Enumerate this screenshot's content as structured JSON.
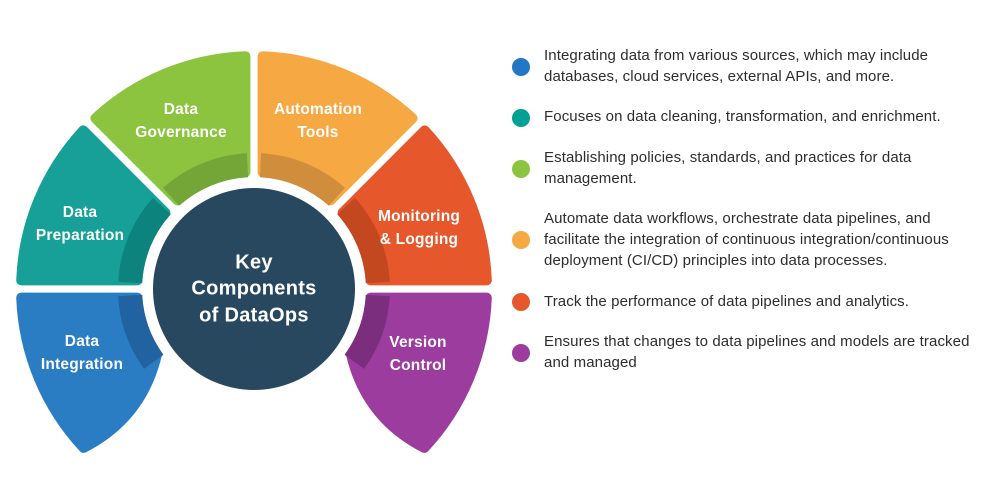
{
  "diagram": {
    "center": {
      "label": "Key\nComponents\nof DataOps",
      "color": "#27485E"
    },
    "segments": [
      {
        "id": "data-governance",
        "label": "Data\nGovernance",
        "color": "#8CC440",
        "shade": "#73A637"
      },
      {
        "id": "automation-tools",
        "label": "Automation\nTools",
        "color": "#F6A843",
        "shade": "#D08E3C"
      },
      {
        "id": "data-preparation",
        "label": "Data\nPreparation",
        "color": "#17A098",
        "shade": "#0D837D"
      },
      {
        "id": "monitoring-logging",
        "label": "Monitoring\n& Logging",
        "color": "#E6572C",
        "shade": "#C3471F"
      },
      {
        "id": "data-integration",
        "label": "Data\nIntegration",
        "color": "#2B7DC3",
        "shade": "#2162A0"
      },
      {
        "id": "version-control",
        "label": "Version\nControl",
        "color": "#9C3C9E",
        "shade": "#7B2E7D"
      }
    ]
  },
  "legend": {
    "items": [
      {
        "color": "#2377C5",
        "text": "Integrating data from various sources, which may include databases, cloud services, external APIs, and more."
      },
      {
        "color": "#00A093",
        "text": "Focuses on data cleaning, transformation, and enrichment."
      },
      {
        "color": "#8CC440",
        "text": "Establishing policies, standards, and practices for data management."
      },
      {
        "color": "#F6A843",
        "text": "Automate data workflows, orchestrate data pipelines, and facilitate the integration of continuous integration/continuous deployment (CI/CD) principles into data processes."
      },
      {
        "color": "#E6572C",
        "text": "Track the performance of data pipelines and analytics."
      },
      {
        "color": "#9C3C9E",
        "text": "Ensures that changes to data pipelines and models are tracked and managed"
      }
    ]
  }
}
